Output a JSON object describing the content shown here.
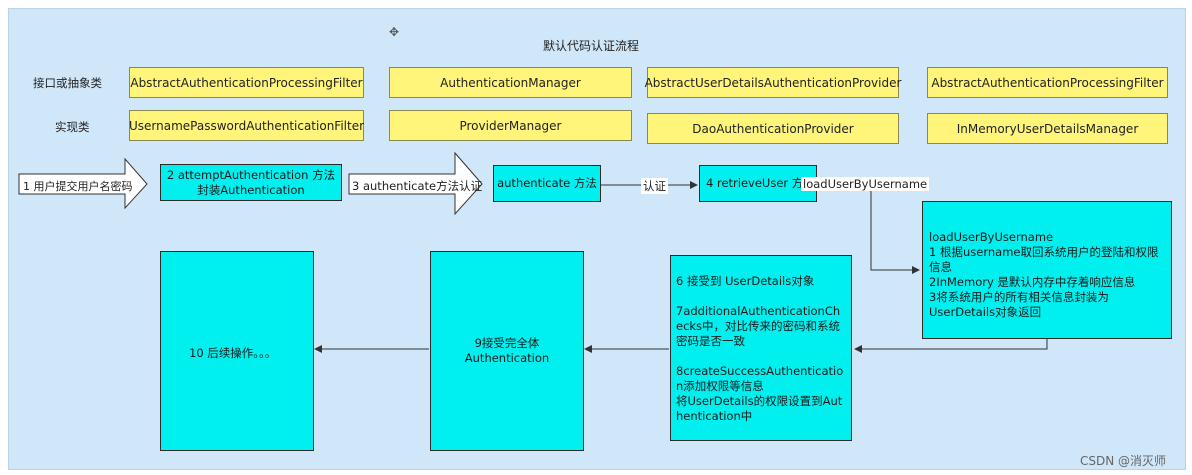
{
  "title": "默认代码认证流程",
  "row_labels": {
    "interface": "接口或抽象类",
    "impl": "实现类"
  },
  "interfaces": [
    "AbstractAuthenticationProcessingFilter",
    "AuthenticationManager",
    "AbstractUserDetailsAuthenticationProvider",
    "AbstractAuthenticationProcessingFilter"
  ],
  "impls": [
    "UsernamePasswordAuthenticationFilter",
    "ProviderManager",
    "DaoAuthenticationProvider",
    "InMemoryUserDetailsManager"
  ],
  "flow": {
    "step1": "1 用户提交用户名密码",
    "step2": "2 attemptAuthentication 方法\n封装Authentication",
    "step3": "3 authenticate方法认证",
    "authenticate": "authenticate 方法",
    "auth_label": "认证",
    "step4": "4 retrieveUser 方法",
    "load_label": "loadUserByUsername",
    "load_box": " loadUserByUsername\n1 根据username取回系统用户的登陆和权限信息\n2InMemory 是默认内存中存着响应信息\n3将系统用户的所有相关信息封装为UserDetails对象返回",
    "step678": "6 接受到 UserDetails对象\n\n7additionalAuthenticationChecks中，对比传来的密码和系统密码是否一致\n\n8createSuccessAuthentication添加权限等信息\n将UserDetails的权限设置到Authentication中",
    "step9": "9接受完全体\nAuthentication",
    "step10": "10 后续操作。。。"
  },
  "watermark": "CSDN @消灭师",
  "colors": {
    "background": "#cfe7f9",
    "yellow": "#fef57a",
    "cyan": "#00f0f0",
    "arrow": "#333333"
  }
}
